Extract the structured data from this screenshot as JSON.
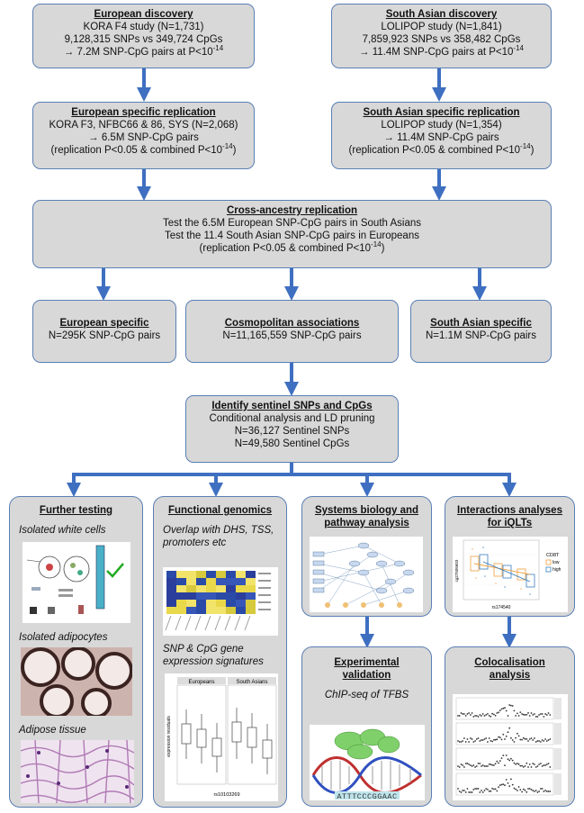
{
  "eu_discovery": {
    "title": "European discovery",
    "lines": [
      "KORA  F4 study (N=1,731)",
      "9,128,315 SNPs vs 349,724 CpGs"
    ],
    "pairs": "→ 7.2M SNP-CpG pairs at P<10",
    "exp": "-14"
  },
  "sa_discovery": {
    "title": "South Asian discovery",
    "lines": [
      "LOLIPOP study (N=1,841)",
      "7,859,923 SNPs vs 358,482 CpGs"
    ],
    "pairs": "→ 11.4M SNP-CpG pairs at P<10",
    "exp": "-14"
  },
  "eu_replication": {
    "title": "European specific replication",
    "lines": [
      "KORA F3, NFBC66 & 86, SYS (N=2,068)",
      "→ 6.5M SNP-CpG pairs"
    ],
    "note": "(replication P<0.05 & combined P<10",
    "exp": "-14",
    "close": ")"
  },
  "sa_replication": {
    "title": "South Asian specific replication",
    "lines": [
      "LOLIPOP study (N=1,354)",
      "→ 11.4M SNP-CpG pairs"
    ],
    "note": "(replication P<0.05 & combined P<10",
    "exp": "-14",
    "close": ")"
  },
  "cross": {
    "title": "Cross-ancestry replication",
    "lines": [
      "Test the 6.5M European SNP-CpG pairs in South Asians",
      "Test the 11.4 South Asian SNP-CpG pairs in Europeans"
    ],
    "note": "(replication P<0.05 & combined P<10",
    "exp": "-14",
    "close": ")"
  },
  "eu_specific": {
    "title": "European specific",
    "line": "N=295K SNP-CpG pairs"
  },
  "cosmo": {
    "title": "Cosmopolitan associations",
    "line": "N=11,165,559 SNP-CpG pairs"
  },
  "sa_specific": {
    "title": "South Asian specific",
    "line": "N=1.1M SNP-CpG pairs"
  },
  "sentinel": {
    "title": "Identify sentinel SNPs and CpGs",
    "lines": [
      "Conditional analysis and LD pruning",
      "N=36,127 Sentinel SNPs",
      "N=49,580 Sentinel CpGs"
    ]
  },
  "further": {
    "title": "Further testing",
    "items": [
      "Isolated white cells",
      "Isolated adipocytes",
      "Adipose tissue"
    ]
  },
  "functional": {
    "title": "Functional genomics",
    "items": [
      "Overlap with DHS, TSS, promoters etc",
      "SNP & CpG gene expression signatures"
    ],
    "facets": [
      "Europeans",
      "South Asians"
    ],
    "plot_ylabel": "expression residuals",
    "plot_xlabel": "rs10103269"
  },
  "systems": {
    "title_lines": [
      "Systems biology and",
      "pathway analysis"
    ]
  },
  "interactions": {
    "title_lines": [
      "Interactions analyses",
      "for iQLTs"
    ],
    "legend_title": "CD8T",
    "legend": [
      "low",
      "high"
    ],
    "plot_xlabel": "rs174540",
    "plot_ylabel": "cg27505603"
  },
  "experimental": {
    "title_lines": [
      "Experimental",
      "validation"
    ],
    "item": "ChIP-seq  of TFBS",
    "dna_seq": "ATTTCCCGGAAC"
  },
  "coloc": {
    "title_lines": [
      "Colocalisation",
      "analysis"
    ]
  },
  "colors": {
    "box_fill": "#d8d8d8",
    "border": "#5a7fb5",
    "arrow": "#3f6fc1"
  }
}
